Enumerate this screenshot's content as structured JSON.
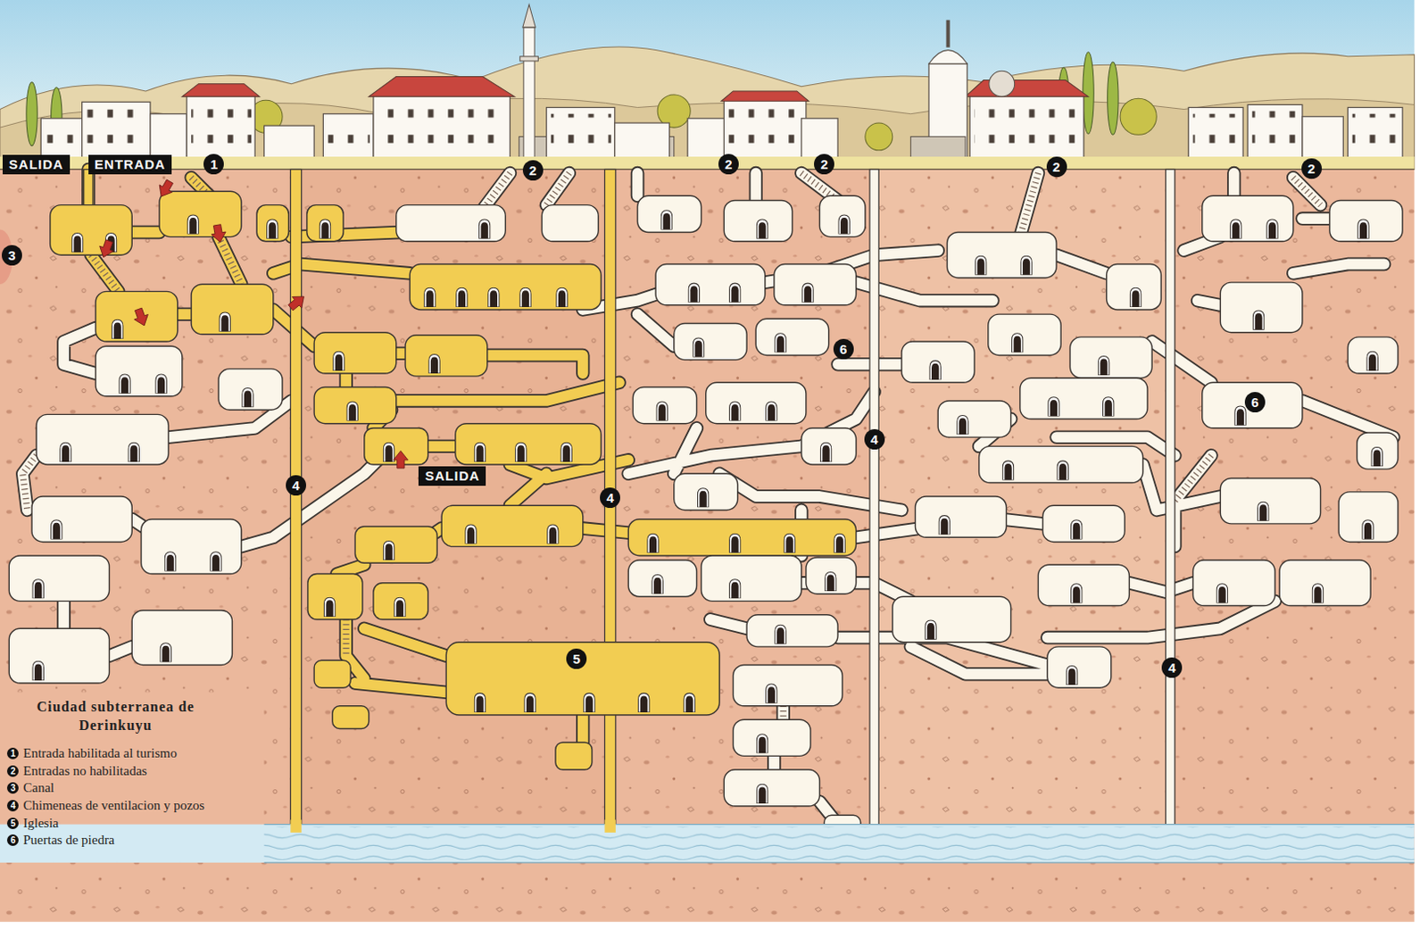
{
  "diagram": {
    "title": "Ciudad subterranea de Derinkuyu",
    "nodes": [
      {
        "text": [
          "SALIDA"
        ]
      },
      {
        "text": [
          "ENTRADA"
        ]
      },
      {
        "text": [
          "SALIDA"
        ]
      }
    ],
    "labels": [
      "1",
      "2",
      "2",
      "2",
      "2",
      "2",
      "3",
      "6",
      "6",
      "4",
      "4",
      "4",
      "5",
      "4",
      "1",
      "2",
      "3",
      "4",
      "5",
      "6"
    ],
    "legend": [
      {
        "text": "Entrada habilitada al turismo"
      },
      {
        "text": "Entradas no habilitadas"
      },
      {
        "text": "Canal"
      },
      {
        "text": "Chimeneas de ventilacion y pozos"
      },
      {
        "text": "Iglesia"
      },
      {
        "text": "Puertas de piedra"
      }
    ]
  }
}
